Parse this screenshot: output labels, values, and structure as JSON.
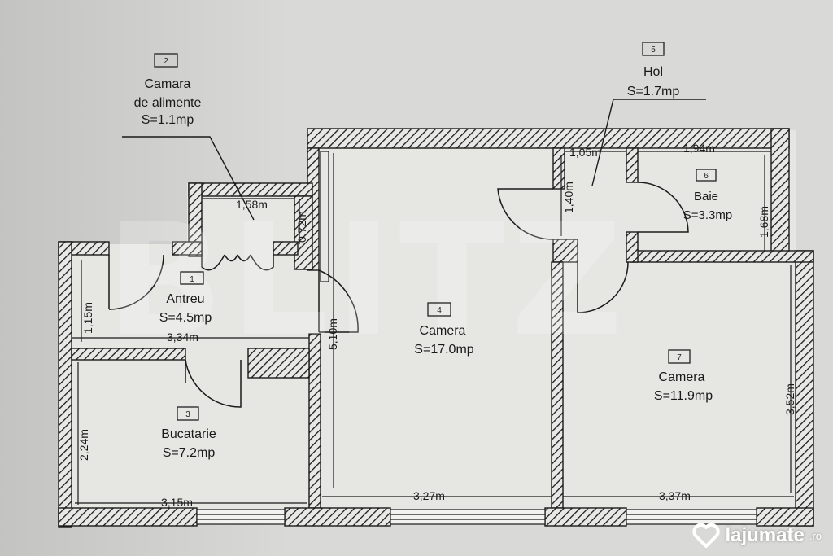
{
  "watermark_text": "BLITZ",
  "brand": {
    "name": "lajumate",
    "tld": ".ro",
    "icon": "heart-icon"
  },
  "rooms": [
    {
      "num": "1",
      "name": "Antreu",
      "area": "S=4.5mp"
    },
    {
      "num": "2",
      "name": "Camara",
      "name2": "de alimente",
      "area": "S=1.1mp"
    },
    {
      "num": "3",
      "name": "Bucatarie",
      "area": "S=7.2mp"
    },
    {
      "num": "4",
      "name": "Camera",
      "area": "S=17.0mp"
    },
    {
      "num": "5",
      "name": "Hol",
      "area": "S=1.7mp"
    },
    {
      "num": "6",
      "name": "Baie",
      "area": "S=3.3mp"
    },
    {
      "num": "7",
      "name": "Camera",
      "area": "S=11.9mp"
    }
  ],
  "dimensions": {
    "camara_width": "1,58m",
    "camara_height": "0,72m",
    "antreu_height": "1,15m",
    "antreu_width": "3,34m",
    "camera4_height": "5,10m",
    "hol_width": "1,05m",
    "hol_height": "1,40m",
    "baie_width": "1,94m",
    "baie_height": "1,68m",
    "bucatarie_height": "2,24m",
    "bucatarie_width": "3,15m",
    "camera4_width": "3,27m",
    "camera7_height": "3,52m",
    "camera7_width": "3,37m"
  }
}
